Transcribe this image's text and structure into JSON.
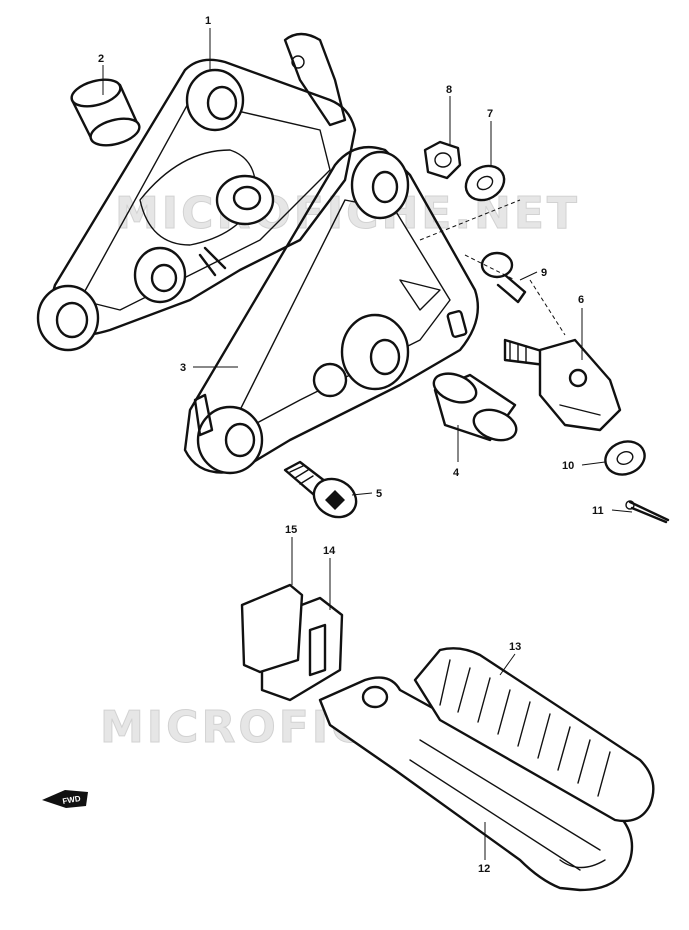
{
  "watermark": {
    "top": "MICROFICHE.NET",
    "bottom": "MICROFICHE.NET"
  },
  "fwd_label": "FWD",
  "callouts": [
    {
      "id": "1",
      "label": "1"
    },
    {
      "id": "2",
      "label": "2"
    },
    {
      "id": "3",
      "label": "3"
    },
    {
      "id": "4",
      "label": "4"
    },
    {
      "id": "5",
      "label": "5"
    },
    {
      "id": "6",
      "label": "6"
    },
    {
      "id": "7",
      "label": "7"
    },
    {
      "id": "8",
      "label": "8"
    },
    {
      "id": "9",
      "label": "9"
    },
    {
      "id": "10",
      "label": "10"
    },
    {
      "id": "11",
      "label": "11"
    },
    {
      "id": "12",
      "label": "12"
    },
    {
      "id": "13",
      "label": "13"
    },
    {
      "id": "14",
      "label": "14"
    },
    {
      "id": "15",
      "label": "15"
    }
  ]
}
